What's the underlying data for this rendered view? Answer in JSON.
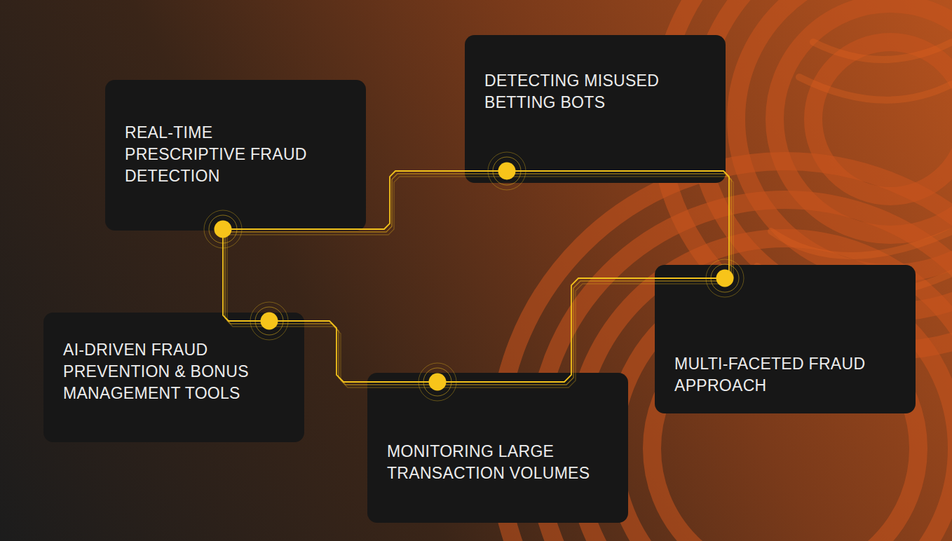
{
  "diagram": {
    "nodes": [
      {
        "text": [
          "REAL-TIME PRESCRIPTIVE FRAUD DETECTION"
        ]
      },
      {
        "text": [
          "DETECTING MISUSED BETTING BOTS"
        ]
      },
      {
        "text": [
          "AI-DRIVEN FRAUD PREVENTION & BONUS MANAGEMENT TOOLS"
        ]
      },
      {
        "text": [
          "MULTI-FACETED FRAUD APPROACH"
        ]
      },
      {
        "text": [
          "MONITORING LARGE TRANSACTION VOLUMES"
        ]
      }
    ],
    "edges": [
      {
        "from": 0,
        "to": 1,
        "arrow": "none"
      },
      {
        "from": 1,
        "to": 3,
        "arrow": "none"
      },
      {
        "from": 0,
        "to": 2,
        "arrow": "none"
      },
      {
        "from": 2,
        "to": 4,
        "arrow": "none"
      },
      {
        "from": 4,
        "to": 3,
        "arrow": "none"
      }
    ]
  }
}
